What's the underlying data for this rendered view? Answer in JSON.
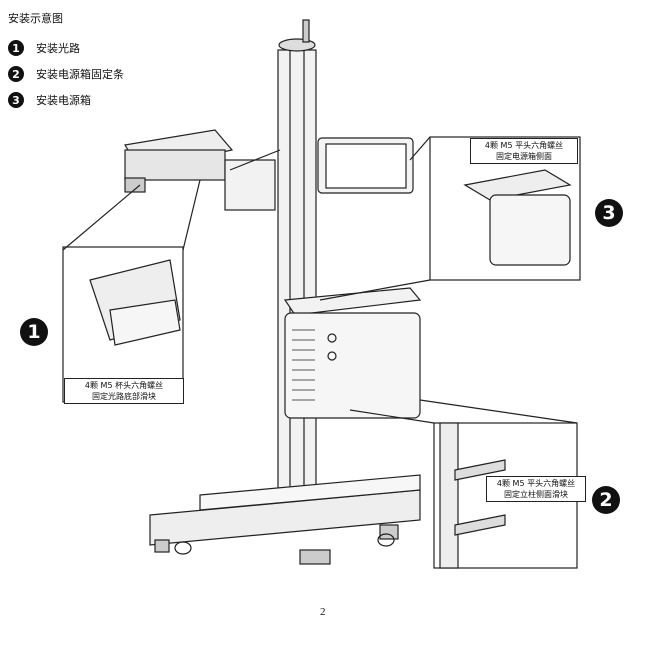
{
  "title": "安装示意图",
  "steps": [
    {
      "num": "1",
      "label": "安装光路"
    },
    {
      "num": "2",
      "label": "安装电源箱固定条"
    },
    {
      "num": "3",
      "label": "安装电源箱"
    }
  ],
  "callouts": {
    "optical": {
      "num": "1",
      "line1": "4颗 M5 杯头六角螺丝",
      "line2": "固定光路底部滑块"
    },
    "strip": {
      "num": "2",
      "line1": "4颗 M5 平头六角螺丝",
      "line2": "固定立柱侧面滑块"
    },
    "box": {
      "num": "3",
      "line1": "4颗 M5 平头六角螺丝",
      "line2": "固定电源箱侧面"
    }
  },
  "page_number": "2"
}
